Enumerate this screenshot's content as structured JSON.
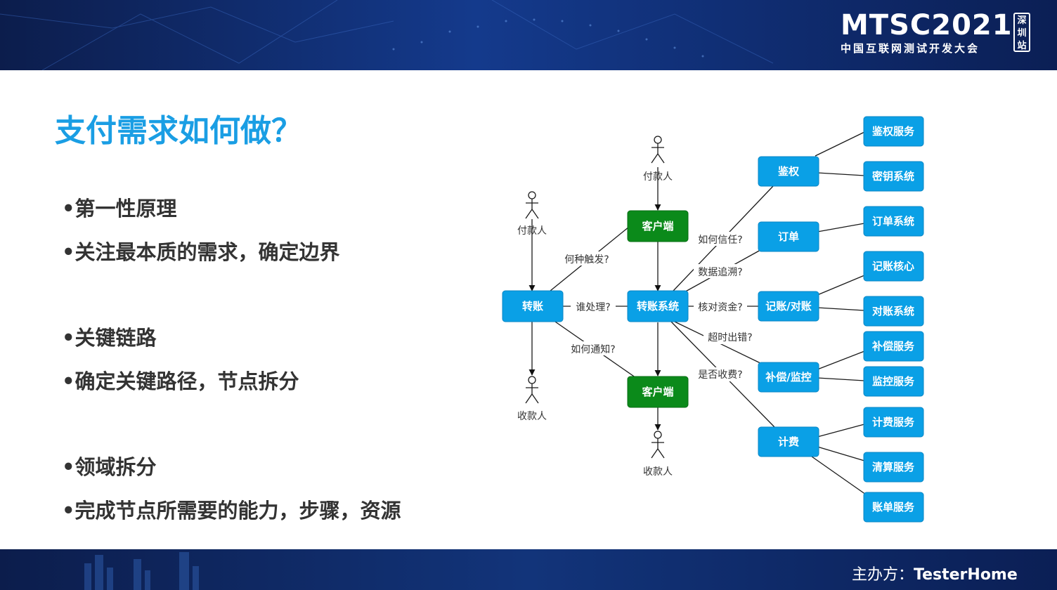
{
  "header": {
    "logo_main": "MTSC2021",
    "logo_sub": "中国互联网测试开发大会",
    "logo_badge": "深圳站"
  },
  "title": "支付需求如何做？",
  "bullets": [
    "•第一性原理",
    "•关注最本质的需求，确定边界",
    "•关键链路",
    "•确定关键路径，节点拆分",
    "•领域拆分",
    "•完成节点所需要的能力，步骤，资源"
  ],
  "footer": {
    "organizer_prefix": "主办方：",
    "organizer_name": "TesterHome"
  },
  "diagram": {
    "actors": {
      "payer_left": "付款人",
      "payee_left": "收款人",
      "payer_top": "付款人",
      "payee_bottom": "收款人"
    },
    "nodes": {
      "transfer": "转账",
      "transfer_system": "转账系统",
      "client_top": "客户端",
      "client_bottom": "客户端",
      "auth": "鉴权",
      "order": "订单",
      "accounting": "记账/对账",
      "compensation": "补偿/监控",
      "billing": "计费"
    },
    "services": {
      "auth_service": "鉴权服务",
      "key_system": "密钥系统",
      "order_system": "订单系统",
      "accounting_core": "记账核心",
      "reconciliation_system": "对账系统",
      "compensation_service": "补偿服务",
      "monitor_service": "监控服务",
      "billing_service": "计费服务",
      "clearing_service": "清算服务",
      "bill_service": "账单服务"
    },
    "edge_labels": {
      "how_trigger": "何种触发?",
      "who_handles": "谁处理?",
      "how_notify": "如何通知?",
      "how_trust": "如何信任?",
      "data_trace": "数据追溯?",
      "verify_funds": "核对资金?",
      "timeout_error": "超时出错?",
      "charge_fee": "是否收费?"
    },
    "colors": {
      "blue_node": "#0aa0e6",
      "green_node": "#0b8a1a"
    }
  }
}
